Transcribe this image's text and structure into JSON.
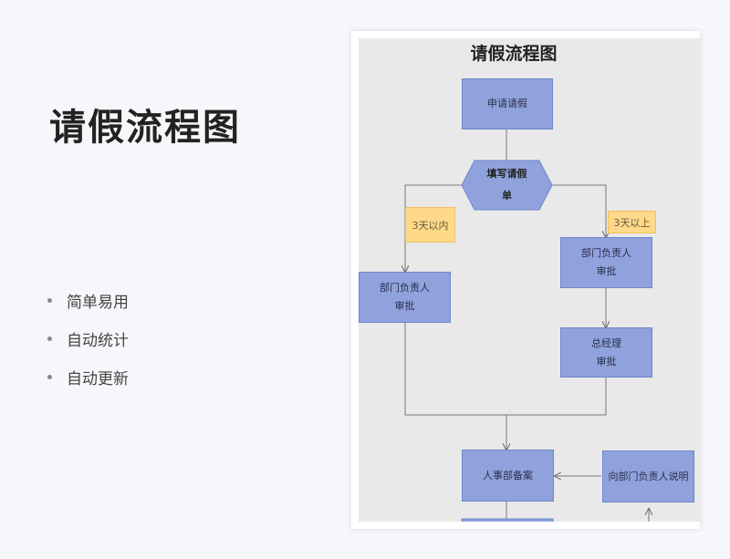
{
  "slide": {
    "title": "请假流程图",
    "bullets": [
      "简单易用",
      "自动统计",
      "自动更新"
    ]
  },
  "diagram": {
    "title": "请假流程图",
    "nodes": {
      "apply": [
        "申请请假"
      ],
      "fill_form": [
        "填写请假",
        "单"
      ],
      "dept_left": [
        "部门负责人",
        "审批"
      ],
      "dept_right": [
        "部门负责人",
        "审批"
      ],
      "gm": [
        "总经理",
        "审批"
      ],
      "hr": [
        "人事部备案"
      ],
      "explain": [
        "向部门负责人说明"
      ]
    },
    "conditions": {
      "short": "3天以内",
      "long": "3天以上"
    }
  },
  "colors": {
    "process_fill": "#8fa2dc",
    "condition_fill": "#ffd98a",
    "connector": "#666666"
  }
}
